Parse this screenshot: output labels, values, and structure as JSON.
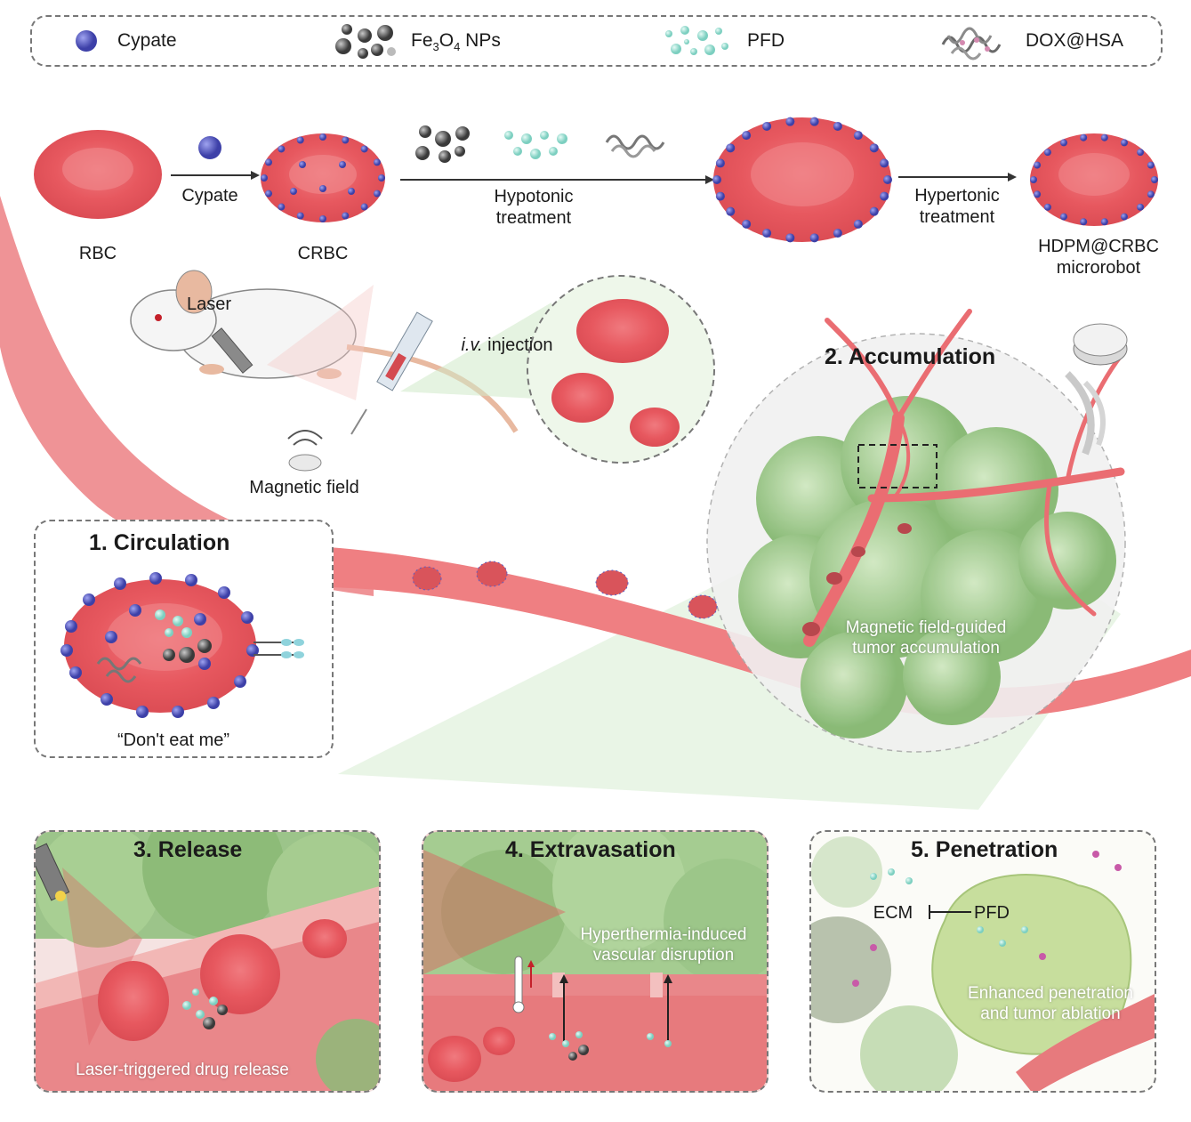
{
  "legend": {
    "cypate": "Cypate",
    "fe3o4_main": "Fe",
    "fe3o4_sub1": "3",
    "fe3o4_mid": "O",
    "fe3o4_sub2": "4",
    "fe3o4_tail": " NPs",
    "pfd": "PFD",
    "dox": "DOX@HSA"
  },
  "synthesis": {
    "rbc": "RBC",
    "cypate_step": "Cypate",
    "crbc": "CRBC",
    "hypotonic_1": "Hypotonic",
    "hypotonic_2": "treatment",
    "hypertonic_1": "Hypertonic",
    "hypertonic_2": "treatment",
    "product_1": "HDPM@CRBC",
    "product_2": "microrobot"
  },
  "injection": {
    "laser": "Laser",
    "iv_italic": "i.v.",
    "iv_rest": " injection",
    "magnetic": "Magnetic field"
  },
  "stages": {
    "circulation_title": "1. Circulation",
    "dont_eat_me": "“Don't eat me”",
    "accumulation_title": "2. Accumulation",
    "accumulation_caption_1": "Magnetic field-guided",
    "accumulation_caption_2": "tumor accumulation",
    "release_title": "3. Release",
    "release_caption": "Laser-triggered drug release",
    "extravasation_title": "4. Extravasation",
    "extravasation_caption_1": "Hyperthermia-induced",
    "extravasation_caption_2": "vascular disruption",
    "penetration_title": "5. Penetration",
    "ecm": "ECM",
    "pfd": "PFD",
    "penetration_caption_1": "Enhanced penetration",
    "penetration_caption_2": "and tumor ablation"
  },
  "colors": {
    "rbc": "#e9646a",
    "rbc_light": "#f39a9c",
    "cypate": "#5a5fc4",
    "iron": "#5a5a5a",
    "pfd": "#9ed8cf",
    "tumor": "#8ec07a",
    "vessel": "#ec7b7e"
  }
}
